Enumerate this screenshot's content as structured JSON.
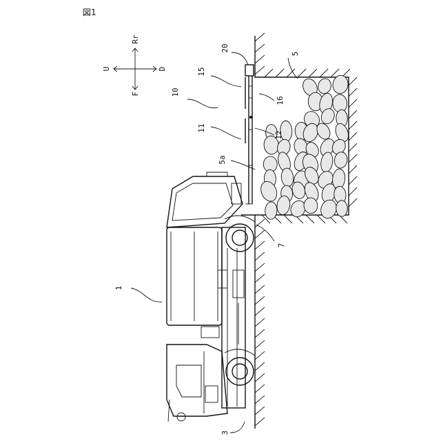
{
  "figure": {
    "title": "図1",
    "directions": {
      "up": "U",
      "rear": "Rr",
      "front": "F",
      "down": "D"
    },
    "labels": {
      "vehicle": "1",
      "cab": "3",
      "pit": "5",
      "pit_edge": "5a",
      "wheel": "7",
      "lid_assembly": "10",
      "lid_front": "11",
      "hinge": "12",
      "lid_rear": "15",
      "rail": "16",
      "stopper": "20"
    }
  }
}
